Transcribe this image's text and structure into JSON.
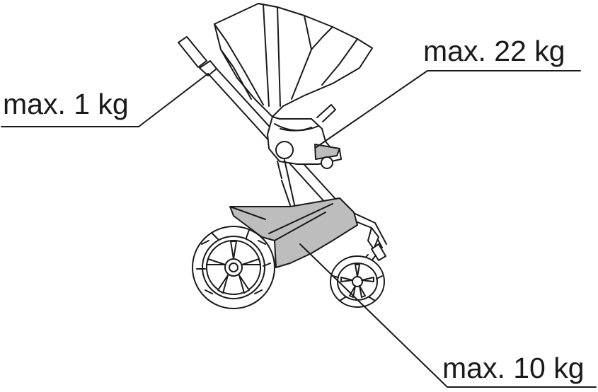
{
  "labels": {
    "handle_max": "max. 1 kg",
    "seat_max": "max. 22 kg",
    "basket_max": "max. 10 kg"
  },
  "colors": {
    "line": "#1a1a1a",
    "fill_light": "#ffffff",
    "fill_shade": "#bdbdbd"
  }
}
